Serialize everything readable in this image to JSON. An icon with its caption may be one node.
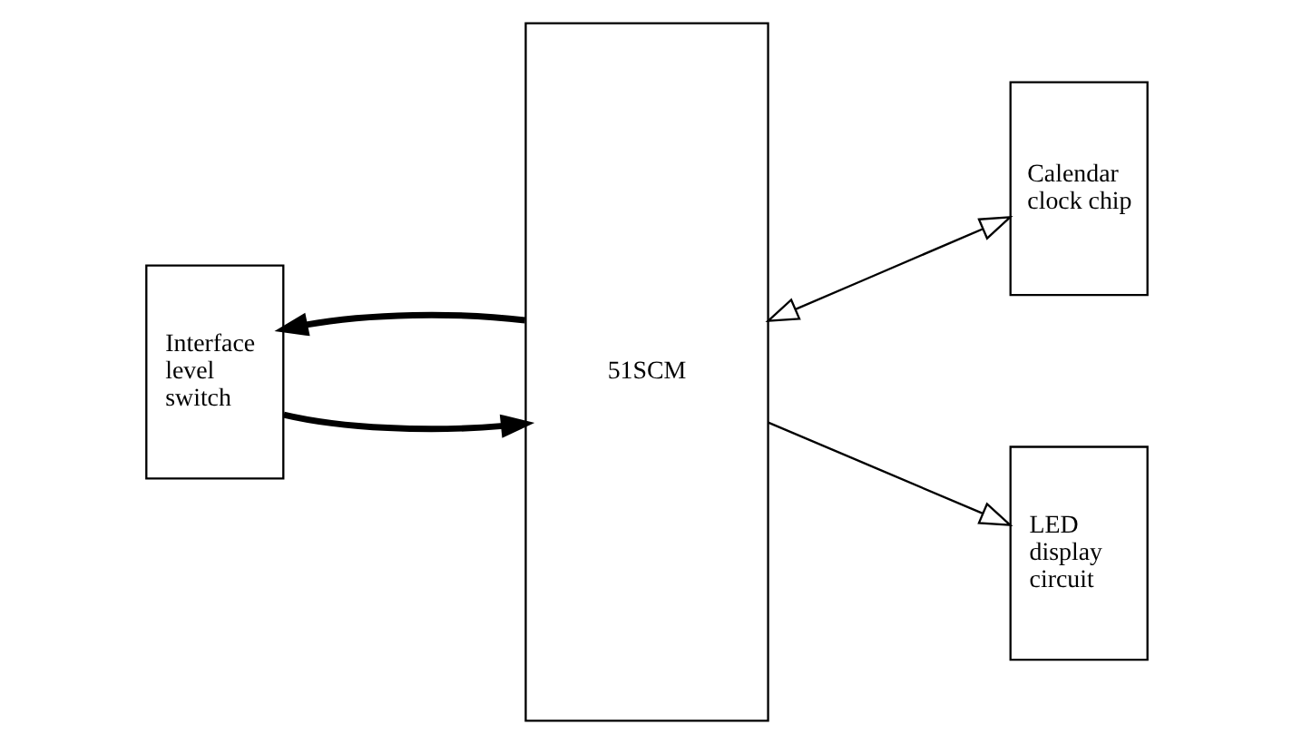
{
  "diagram": {
    "nodes": [
      {
        "text": [
          "51SCM"
        ]
      },
      {
        "text": [
          "Calendar clock chip"
        ]
      },
      {
        "text": [
          "LED display circuit"
        ]
      },
      {
        "text": [
          "Interface level switch"
        ]
      }
    ],
    "edges": [
      {
        "from": 0,
        "to": 1,
        "arrow": "both"
      },
      {
        "from": 0,
        "to": 2,
        "arrow": "to"
      },
      {
        "from": 0,
        "to": 3,
        "arrow": "to",
        "style": "thick"
      },
      {
        "from": 3,
        "to": 0,
        "arrow": "to",
        "style": "thick"
      }
    ]
  }
}
